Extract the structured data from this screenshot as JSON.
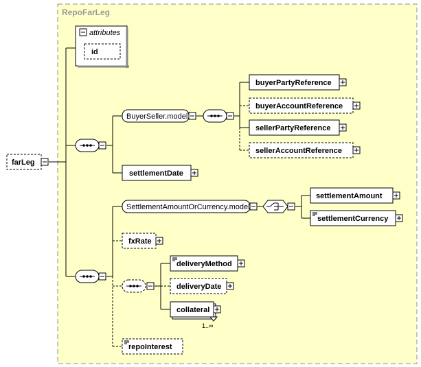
{
  "type_name": "RepoFarLeg",
  "root": {
    "name": "farLeg"
  },
  "attributes": {
    "title": "attributes",
    "id": "id"
  },
  "buyer_seller": {
    "group": "BuyerSeller.model",
    "items": [
      "buyerPartyReference",
      "buyerAccountReference",
      "sellerPartyReference",
      "sellerAccountReference"
    ]
  },
  "settlement_date": "settlementDate",
  "settlement_amount_or_currency": {
    "group": "SettlementAmountOrCurrency.model",
    "items": [
      "settlementAmount",
      "settlementCurrency"
    ]
  },
  "fx_rate": "fxRate",
  "delivery": {
    "items": [
      "deliveryMethod",
      "deliveryDate",
      "collateral"
    ],
    "collateral_cardinality": "1..∞"
  },
  "repo_interest": "repoInterest",
  "colors": {
    "background": "#ffffc8",
    "frame": "#8c8c8c",
    "element": "#ffffff",
    "line": "#000000",
    "title": "#9a9a9a"
  }
}
